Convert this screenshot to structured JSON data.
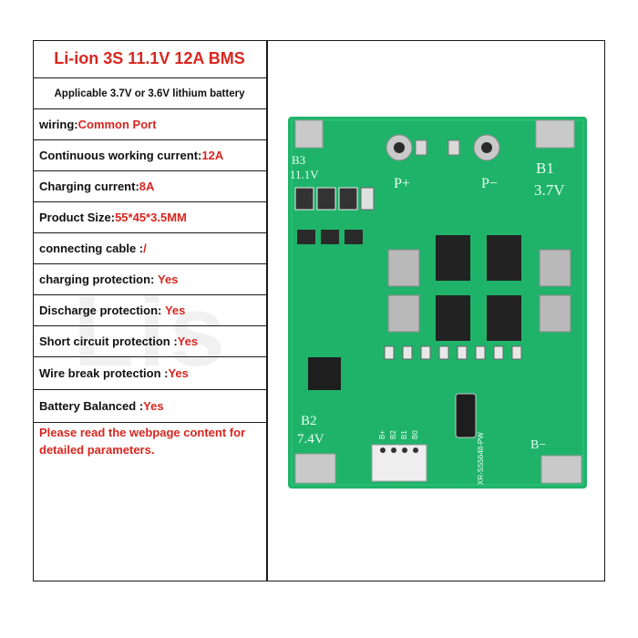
{
  "title": "Li-ion 3S 11.1V 12A BMS",
  "subtitle": "Applicable 3.7V or 3.6V lithium battery",
  "specs": [
    {
      "label": "wiring:",
      "value": "Common Port"
    },
    {
      "label": "Continuous working current:",
      "value": "12A"
    },
    {
      "label": "Charging current:",
      "value": "8A"
    },
    {
      "label": "Product Size:",
      "value": "55*45*3.5MM"
    },
    {
      "label": "connecting cable :",
      "value": "/"
    },
    {
      "label": "charging protection: ",
      "value": "Yes"
    },
    {
      "label": "Discharge protection: ",
      "value": "Yes"
    },
    {
      "label": "Short circuit protection :",
      "value": "Yes"
    },
    {
      "label": "Wire break protection :",
      "value": "Yes"
    },
    {
      "label": "Battery Balanced :",
      "value": "Yes"
    }
  ],
  "note": "Please read the webpage content for detailed parameters.",
  "board": {
    "b3_label": "B3",
    "b3_volt": "11.1V",
    "b1_label": "B1",
    "b1_volt": "3.7V",
    "b2_label": "B2",
    "b2_volt": "7.4V",
    "p_plus": "P+",
    "p_minus": "P−",
    "b_minus": "B−",
    "pins": [
      "B+",
      "B2",
      "B1",
      "B0"
    ],
    "model": "XR-SS5648-PW"
  },
  "colors": {
    "accent": "#d8261f",
    "board": "#1fb36a",
    "board_dark": "#139a57"
  }
}
